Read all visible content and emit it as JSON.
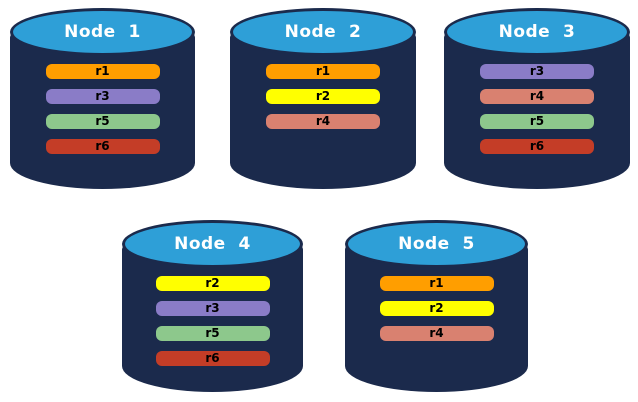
{
  "diagram": {
    "description": "Database nodes with replica placement",
    "background": "#FFFFFF",
    "colors": {
      "cylinder_body": "#1B2A4C",
      "cylinder_top": "#2E9FD7",
      "title_text": "#FFFFFF",
      "bar_text": "#000000",
      "replica_r1": "#FF9E00",
      "replica_r2": "#FFFF00",
      "replica_r3": "#8A7CC7",
      "replica_r4": "#D98170",
      "replica_r5": "#8DC88C",
      "replica_r6": "#C43D27"
    },
    "nodes": [
      {
        "title": "Node  1",
        "replicas": [
          {
            "label": "r1",
            "color": "#FF9E00"
          },
          {
            "label": "r3",
            "color": "#8A7CC7"
          },
          {
            "label": "r5",
            "color": "#8DC88C"
          },
          {
            "label": "r6",
            "color": "#C43D27"
          }
        ]
      },
      {
        "title": "Node  2",
        "replicas": [
          {
            "label": "r1",
            "color": "#FF9E00"
          },
          {
            "label": "r2",
            "color": "#FFFF00"
          },
          {
            "label": "r4",
            "color": "#D98170"
          }
        ]
      },
      {
        "title": "Node  3",
        "replicas": [
          {
            "label": "r3",
            "color": "#8A7CC7"
          },
          {
            "label": "r4",
            "color": "#D98170"
          },
          {
            "label": "r5",
            "color": "#8DC88C"
          },
          {
            "label": "r6",
            "color": "#C43D27"
          }
        ]
      },
      {
        "title": "Node  4",
        "replicas": [
          {
            "label": "r2",
            "color": "#FFFF00"
          },
          {
            "label": "r3",
            "color": "#8A7CC7"
          },
          {
            "label": "r5",
            "color": "#8DC88C"
          },
          {
            "label": "r6",
            "color": "#C43D27"
          }
        ]
      },
      {
        "title": "Node  5",
        "replicas": [
          {
            "label": "r1",
            "color": "#FF9E00"
          },
          {
            "label": "r2",
            "color": "#FFFF00"
          },
          {
            "label": "r4",
            "color": "#D98170"
          }
        ]
      }
    ]
  }
}
